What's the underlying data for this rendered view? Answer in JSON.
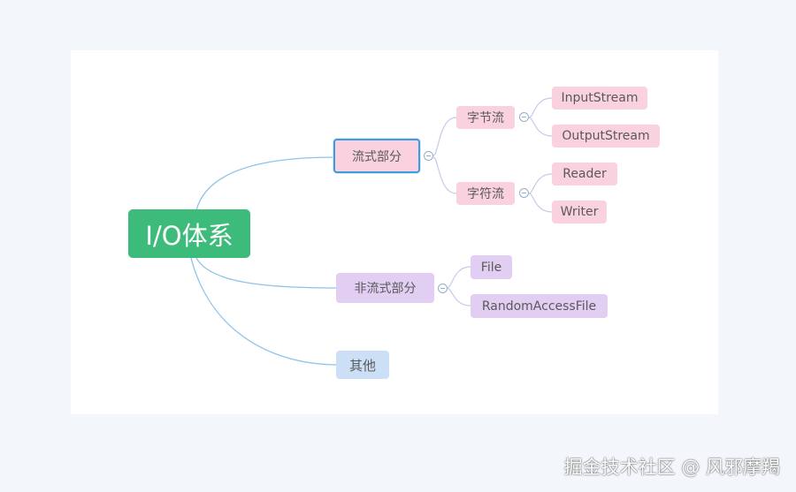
{
  "mindmap": {
    "root": {
      "label": "I/O体系"
    },
    "stream": {
      "label": "流式部分",
      "byte": {
        "label": "字节流",
        "input": "InputStream",
        "output": "OutputStream"
      },
      "char": {
        "label": "字符流",
        "reader": "Reader",
        "writer": "Writer"
      }
    },
    "nonstream": {
      "label": "非流式部分",
      "file": "File",
      "raf": "RandomAccessFile"
    },
    "other": {
      "label": "其他"
    }
  },
  "watermark": "掘金技术社区 @ 风邪摩羯",
  "colors": {
    "root": "#3dbb7a",
    "stream_branch": "#f9d1df",
    "nonstream_branch": "#e2cdf3",
    "other_branch": "#cbdff6",
    "connector": "#8cc3e8",
    "selection": "#3f9bdc"
  }
}
